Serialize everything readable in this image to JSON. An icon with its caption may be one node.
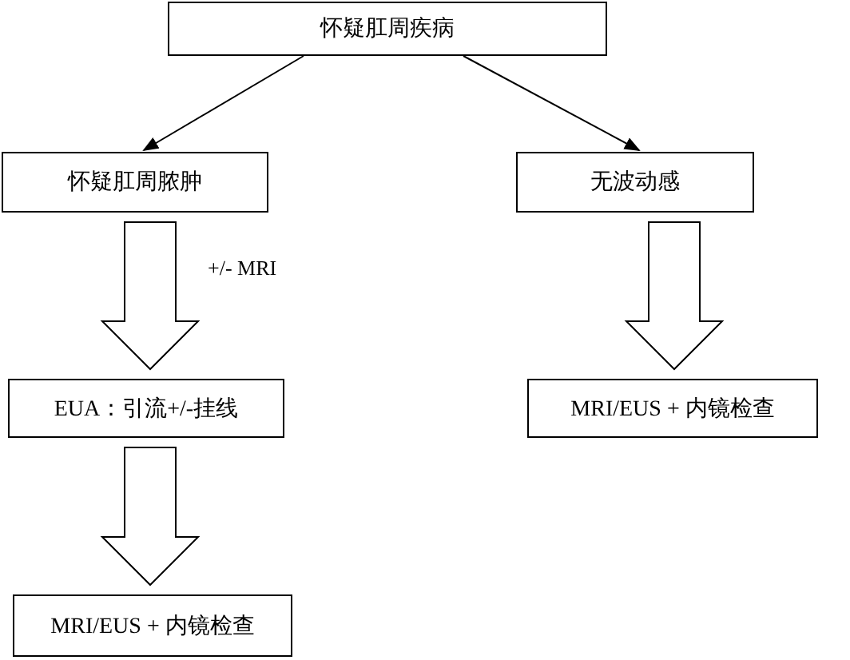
{
  "diagram": {
    "nodes": [
      {
        "text": [
          "怀疑肛周疾病"
        ]
      },
      {
        "text": [
          "怀疑肛周脓肿"
        ]
      },
      {
        "text": [
          "无波动感"
        ]
      },
      {
        "text": [
          "EUA：引流+/-挂线"
        ]
      },
      {
        "text": [
          "MRI/EUS + 内镜检查"
        ]
      },
      {
        "text": [
          "MRI/EUS + 内镜检查"
        ]
      }
    ],
    "edges": [
      {
        "from": 0,
        "to": 1,
        "arrow": "to"
      },
      {
        "from": 0,
        "to": 2,
        "arrow": "to"
      },
      {
        "from": 1,
        "to": 3,
        "arrow": "to",
        "style": "thick",
        "label": "+/- MRI"
      },
      {
        "from": 2,
        "to": 4,
        "arrow": "to",
        "style": "thick"
      },
      {
        "from": 3,
        "to": 5,
        "arrow": "to",
        "style": "thick"
      }
    ]
  }
}
